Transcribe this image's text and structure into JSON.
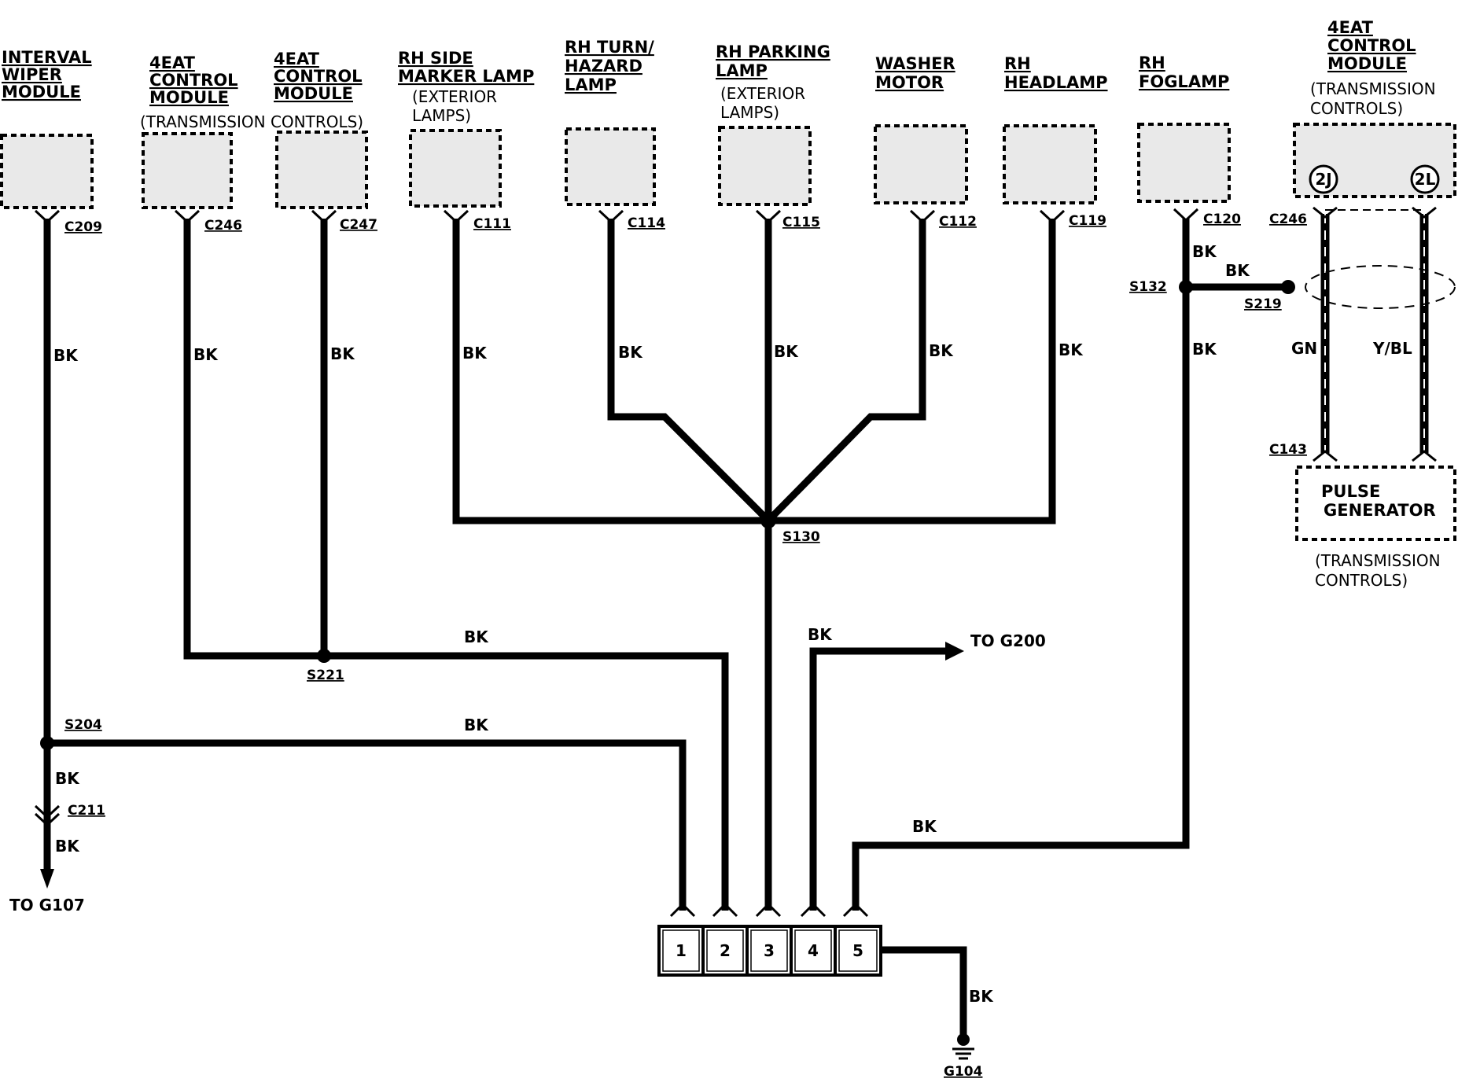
{
  "components": {
    "interval_wiper": {
      "title": [
        "INTERVAL",
        "WIPER",
        "MODULE"
      ],
      "connector": "C209"
    },
    "eat_c246": {
      "title": [
        "4EAT",
        "CONTROL",
        "MODULE"
      ],
      "connector": "C246"
    },
    "eat_c247": {
      "title": [
        "4EAT",
        "CONTROL",
        "MODULE"
      ],
      "connector": "C247"
    },
    "transmission_controls_note": "(TRANSMISSION CONTROLS)",
    "side_marker": {
      "title": [
        "RH SIDE",
        "MARKER LAMP"
      ],
      "sub": [
        "(EXTERIOR",
        "LAMPS)"
      ],
      "connector": "C111"
    },
    "turn_hazard": {
      "title": [
        "RH TURN/",
        "HAZARD",
        "LAMP"
      ],
      "connector": "C114"
    },
    "parking": {
      "title": [
        "RH PARKING",
        "LAMP"
      ],
      "sub": [
        "(EXTERIOR",
        "LAMPS)"
      ],
      "connector": "C115"
    },
    "washer": {
      "title": [
        "WASHER",
        "MOTOR"
      ],
      "connector": "C112"
    },
    "headlamp": {
      "title": [
        "RH",
        "HEADLAMP"
      ],
      "connector": "C119"
    },
    "foglamp": {
      "title": [
        "RH",
        "FOGLAMP"
      ],
      "connector": "C120"
    },
    "eat_right": {
      "title": [
        "4EAT",
        "CONTROL",
        "MODULE"
      ],
      "sub": [
        "(TRANSMISSION",
        "CONTROLS)"
      ],
      "connector": "C246",
      "pins": [
        "2J",
        "2L"
      ]
    },
    "pulse_generator": {
      "title": [
        "PULSE",
        "GENERATOR"
      ],
      "sub": [
        "(TRANSMISSION",
        "CONTROLS)"
      ],
      "connector": "C143"
    }
  },
  "splices": {
    "s130": "S130",
    "s221": "S221",
    "s204": "S204",
    "s132": "S132",
    "s219": "S219"
  },
  "connectors": {
    "c211": "C211"
  },
  "wire_color": "BK",
  "wire_colors_shielded": {
    "left": "GN",
    "right": "Y/BL"
  },
  "destinations": {
    "g107": "TO G107",
    "g200": "TO G200",
    "g104": "G104"
  },
  "ground_block": {
    "pins": [
      "1",
      "2",
      "3",
      "4",
      "5"
    ]
  }
}
